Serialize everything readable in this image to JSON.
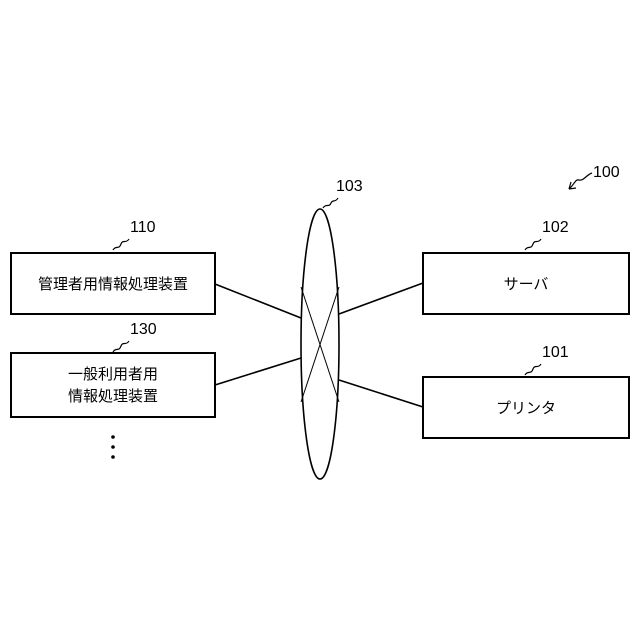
{
  "figure": {
    "system_ref": "100",
    "network": {
      "ref": "103"
    },
    "nodes": [
      {
        "ref": "110",
        "lines": [
          "管理者用情報処理装置"
        ]
      },
      {
        "ref": "130",
        "lines": [
          "一般利用者用",
          "情報処理装置"
        ]
      },
      {
        "ref": "102",
        "lines": [
          "サーバ"
        ]
      },
      {
        "ref": "101",
        "lines": [
          "プリンタ"
        ]
      }
    ]
  }
}
